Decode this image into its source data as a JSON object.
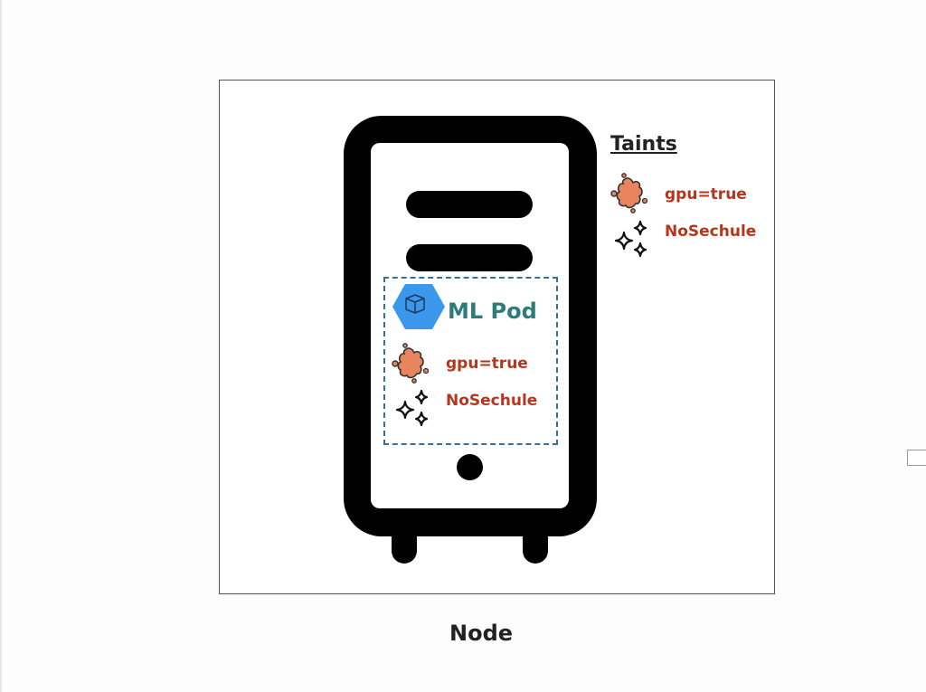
{
  "diagram": {
    "caption": "Node",
    "taints_panel": {
      "title": "Taints",
      "items": [
        {
          "icon": "stain-icon",
          "label": "gpu=true"
        },
        {
          "icon": "sparkles-icon",
          "label": "NoSechule"
        }
      ]
    },
    "pod": {
      "icon": "cube-hexagon-icon",
      "title": "ML Pod",
      "tolerations": [
        {
          "icon": "stain-icon",
          "label": "gpu=true"
        },
        {
          "icon": "sparkles-icon",
          "label": "NoSechule"
        }
      ]
    },
    "colors": {
      "pod_title": "#2e7b7b",
      "taint_label": "#b5361c",
      "hexagon": "#3a97ec",
      "stain": "#e8845e",
      "dashed_border": "#3a6f99"
    }
  }
}
